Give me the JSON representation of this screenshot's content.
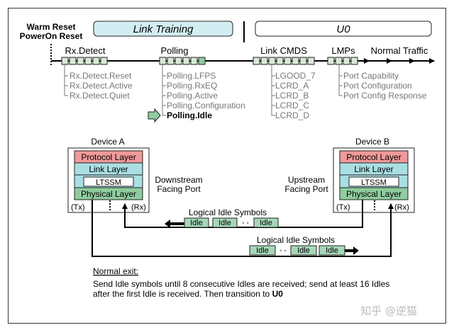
{
  "header": {
    "warm_reset": "Warm Reset",
    "poweron_reset": "PowerOn Reset",
    "link_training": "Link Training",
    "u0": "U0"
  },
  "states": {
    "rx_detect": "Rx.Detect",
    "polling": "Polling",
    "link_cmds": "Link CMDS",
    "lmps": "LMPs",
    "normal_traffic": "Normal Traffic"
  },
  "substates": {
    "rx_detect": [
      "Rx.Detect.Reset",
      "Rx.Detect.Active",
      "Rx.Detect.Quiet"
    ],
    "polling": [
      "Polling.LFPS",
      "Polling.RxEQ",
      "Polling.Active",
      "Polling.Configuration",
      "Polling.Idle"
    ],
    "link_cmds": [
      "LGOOD_7",
      "LCRD_A",
      "LCRD_B",
      "LCRD_C",
      "LCRD_D"
    ],
    "lmps": [
      "Port Capability",
      "Port Configuration",
      "Port Config Response"
    ]
  },
  "device_a": {
    "title": "Device A",
    "protocol": "Protocol Layer",
    "link": "Link Layer",
    "ltssm": "LTSSM",
    "physical": "Physical Layer",
    "tx": "(Tx)",
    "rx": "(Rx)",
    "port_line1": "Downstream",
    "port_line2": "Facing Port"
  },
  "device_b": {
    "title": "Device B",
    "protocol": "Protocol Layer",
    "link": "Link Layer",
    "ltssm": "LTSSM",
    "physical": "Physical Layer",
    "tx": "(Tx)",
    "rx": "(Rx)",
    "port_line1": "Upstream",
    "port_line2": "Facing Port"
  },
  "symbols": {
    "label_top": "Logical Idle Symbols",
    "label_bottom": "Logical Idle Symbols",
    "idle": "Idle",
    "dots": "◦ ◦"
  },
  "note": {
    "heading": "Normal exit:",
    "line1": "Send Idle symbols until 8 consecutive Idles are received; send at least 16 Idles",
    "line2_prefix": "after the first Idle is received. Then transition to ",
    "line2_bold": "U0"
  },
  "watermark": "知乎 @逆猫",
  "colors": {
    "protocol": "#f0999a",
    "link": "#a9dfe3",
    "physical": "#8fcc9f",
    "idle": "#a6d7b8",
    "state_box": "#d7e9d5",
    "header_box": "#d2eef2"
  }
}
